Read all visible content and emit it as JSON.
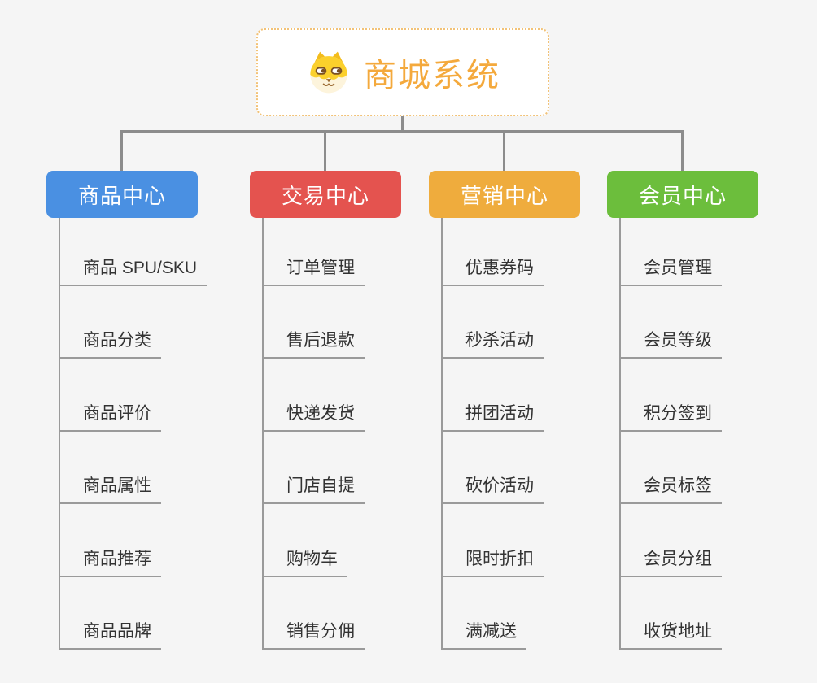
{
  "canvas": {
    "background": "#f5f5f5",
    "connector_color": "#8c8c8c",
    "leaf_line_color": "#9a9a9a"
  },
  "root": {
    "label": "商城系统",
    "icon": "dog-face-icon",
    "text_color": "#f4a93c",
    "border_color": "#f2c277",
    "background": "#ffffff"
  },
  "branches": [
    {
      "label": "商品中心",
      "color": "#4a90e2",
      "leaves": [
        "商品 SPU/SKU",
        "商品分类",
        "商品评价",
        "商品属性",
        "商品推荐",
        "商品品牌"
      ]
    },
    {
      "label": "交易中心",
      "color": "#e4534f",
      "leaves": [
        "订单管理",
        "售后退款",
        "快递发货",
        "门店自提",
        "购物车",
        "销售分佣"
      ]
    },
    {
      "label": "营销中心",
      "color": "#efac3d",
      "leaves": [
        "优惠券码",
        "秒杀活动",
        "拼团活动",
        "砍价活动",
        "限时折扣",
        "满减送"
      ]
    },
    {
      "label": "会员中心",
      "color": "#6cbe3c",
      "leaves": [
        "会员管理",
        "会员等级",
        "积分签到",
        "会员标签",
        "会员分组",
        "收货地址"
      ]
    }
  ]
}
